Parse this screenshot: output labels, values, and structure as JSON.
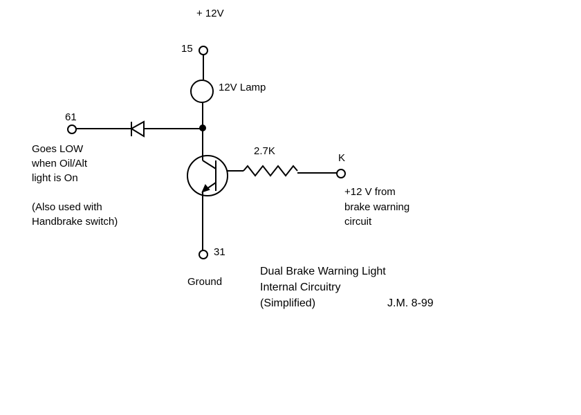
{
  "supply_label": "+ 12V",
  "terminals": {
    "t15": "15",
    "t61": "61",
    "t31": "31",
    "tK": "K"
  },
  "lamp_label": "12V  Lamp",
  "resistor_label": "2.7K",
  "note_61": [
    "Goes LOW",
    "when Oil/Alt",
    "light is On"
  ],
  "note_61_extra": [
    "(Also used with",
    "Handbrake switch)"
  ],
  "note_K": [
    "+12 V from",
    "brake warning",
    "circuit"
  ],
  "ground_label": "Ground",
  "title": {
    "line1": "Dual Brake Warning Light",
    "line2": "Internal Circuitry",
    "line3": "(Simplified)",
    "author": "J.M.   8-99"
  }
}
